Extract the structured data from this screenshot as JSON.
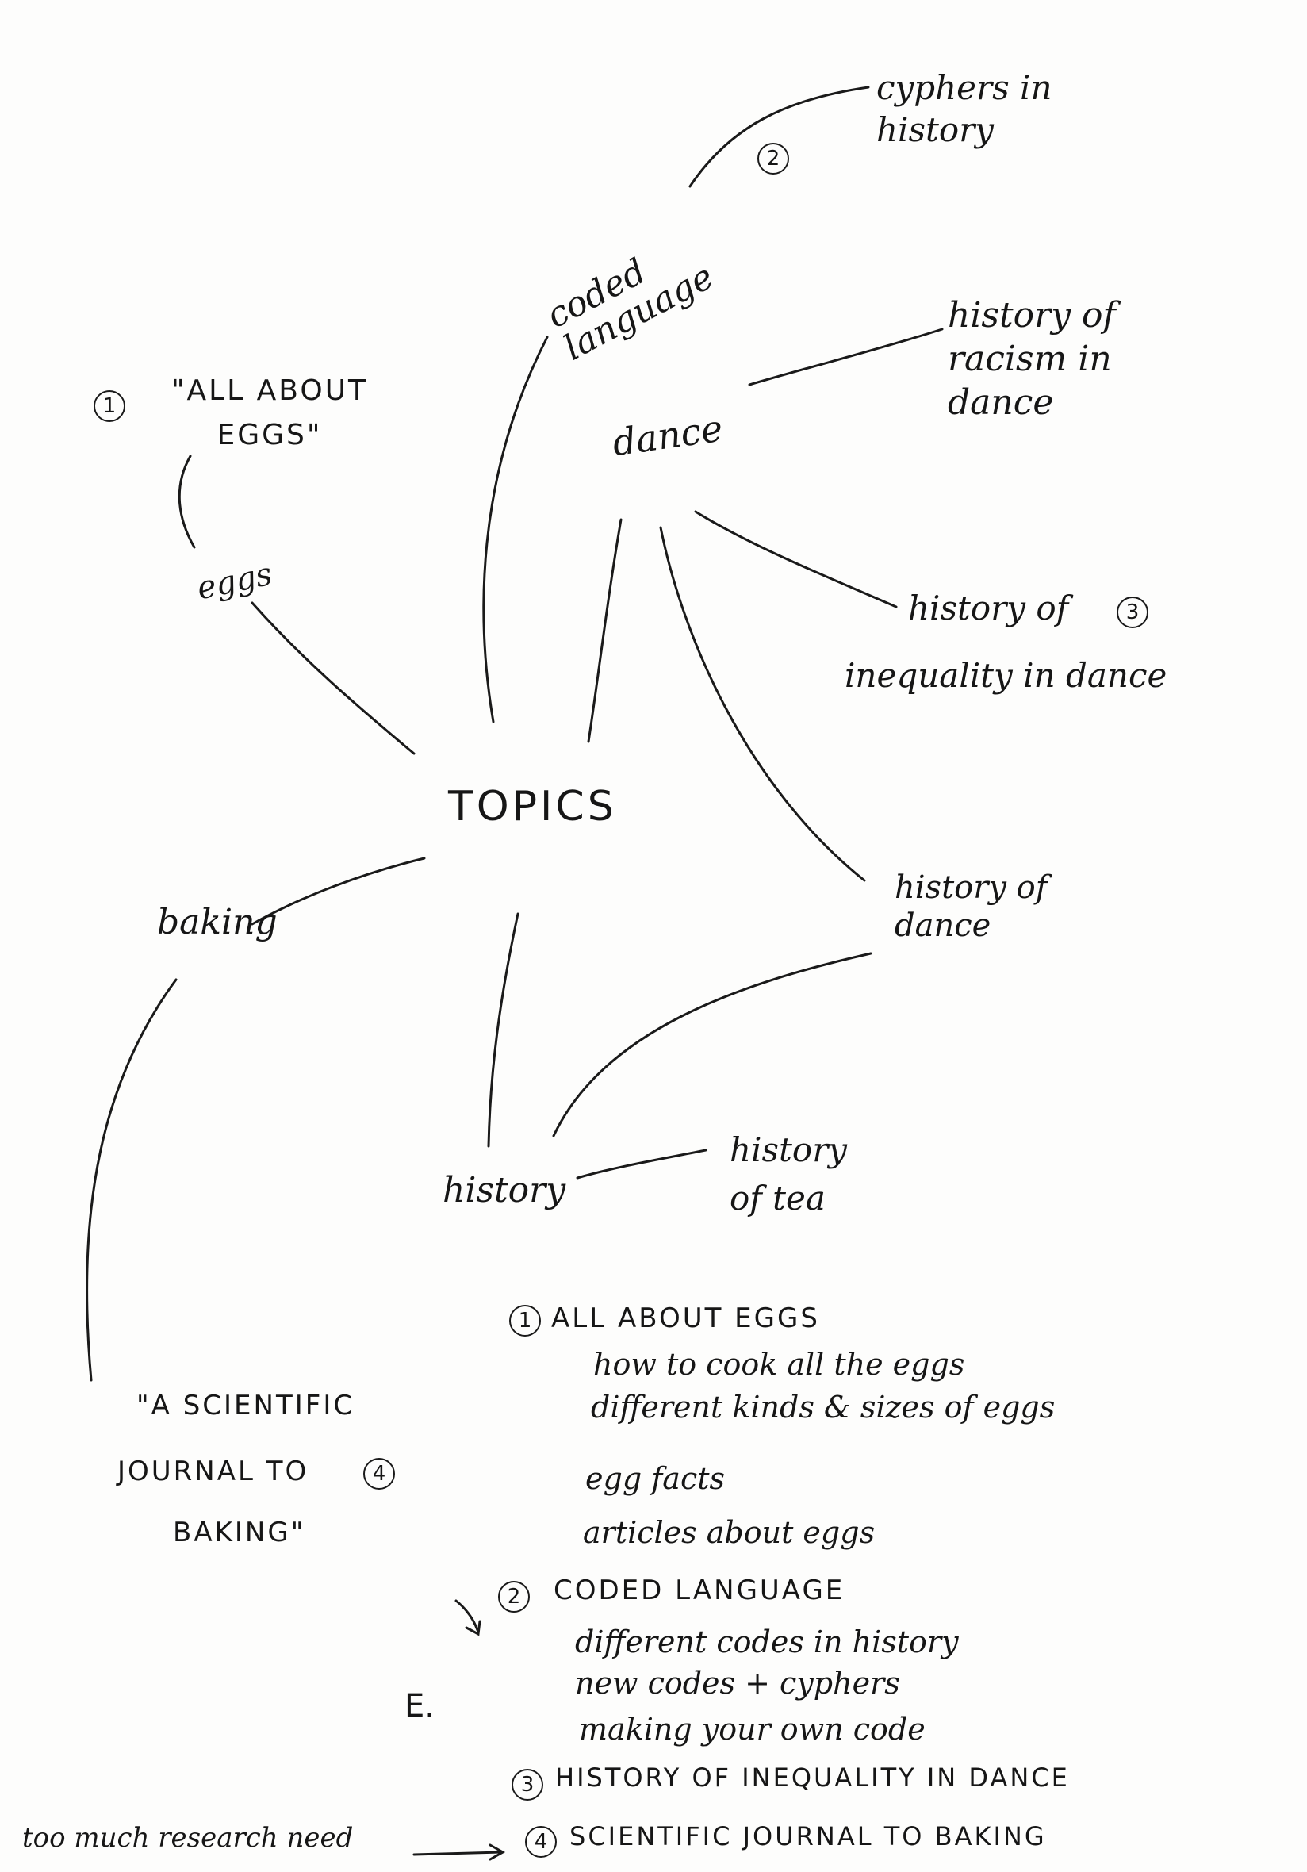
{
  "center": {
    "label": "TOPICS"
  },
  "nodes": {
    "eggs": "eggs",
    "all_about_eggs_num": "1",
    "all_about_eggs": "\"ALL ABOUT EGGS\"",
    "coded_language": "coded language",
    "cyphers_num": "2",
    "cyphers": "cyphers in history",
    "dance": "dance",
    "racism": "history of racism in dance",
    "inequality": "history of",
    "inequality_num": "3",
    "inequality_2": "inequality in dance",
    "history_dance": "history of dance",
    "baking": "baking",
    "history": "history",
    "history_tea": "history of tea",
    "sci_journal_1": "\"A SCIENTIFIC",
    "sci_journal_2": "JOURNAL TO",
    "sci_journal_num": "4",
    "sci_journal_3": "BAKING\""
  },
  "list": {
    "item1": {
      "num": "1",
      "title": "ALL ABOUT EGGS",
      "lines": [
        "how to cook all the eggs",
        "different kinds & sizes of eggs",
        "egg facts",
        "articles about eggs"
      ]
    },
    "item2": {
      "num": "2",
      "title": "CODED LANGUAGE",
      "lines": [
        "different codes in history",
        "new codes + cyphers",
        "making your own code"
      ]
    },
    "item3": {
      "num": "3",
      "title": "HISTORY OF INEQUALITY IN DANCE",
      "mark": "E."
    },
    "item4": {
      "num": "4",
      "title": "SCIENTIFIC JOURNAL TO BAKING",
      "side_note": "too much research need"
    }
  }
}
